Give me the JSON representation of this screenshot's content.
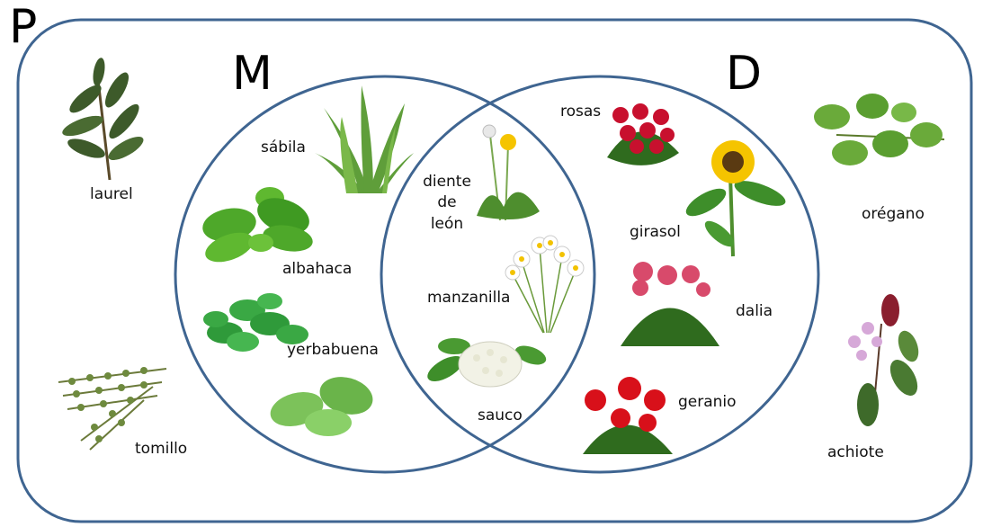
{
  "sets": {
    "universe": "P",
    "left": "M",
    "right": "D"
  },
  "labels": {
    "laurel": "laurel",
    "tomillo": "tomillo",
    "sabila": "sábila",
    "albahaca": "albahaca",
    "yerbabuena": "yerbabuena",
    "diente_line1": "diente",
    "diente_line2": "de",
    "diente_line3": "león",
    "manzanilla": "manzanilla",
    "sauco": "sauco",
    "rosas": "rosas",
    "girasol": "girasol",
    "dalia": "dalia",
    "geranio": "geranio",
    "oregano": "orégano",
    "achiote": "achiote"
  },
  "colors": {
    "outline": "#3f6591",
    "leaf_dark": "#2f6b1e",
    "leaf_light": "#5fae2e",
    "red_flower": "#c8102e",
    "pink_flower": "#d84a6b",
    "yellow_flower": "#f5c400"
  }
}
